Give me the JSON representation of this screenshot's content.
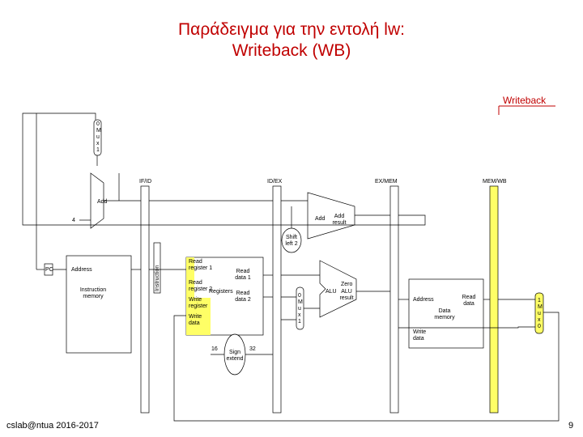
{
  "slide": {
    "title_line1": "Παράδειγμα για την εντολή lw:",
    "title_line2": "Writeback (WB)",
    "writeback_label": "Writeback",
    "footer_left": "cslab@ntua 2016-2017",
    "page_number": "9"
  },
  "diagram": {
    "pipeline_registers": [
      "IF/ID",
      "ID/EX",
      "EX/MEM",
      "MEM/WB"
    ],
    "pc_label": "PC",
    "four_label": "4",
    "add_pc_label": "Add",
    "add_branch_label": "Add",
    "add_result_label": "Add result",
    "shift_label": "Shift left 2",
    "instruction_label": "Instruction",
    "imem_address": "Address",
    "imem_name": "Instruction memory",
    "regs": {
      "read_reg1": "Read register 1",
      "read_reg2": "Read register 2",
      "write_reg": "Write register",
      "write_data": "Write data",
      "read_data1": "Read data 1",
      "read_data2": "Read data 2",
      "name": "Registers"
    },
    "sign_extend": "Sign extend",
    "sign_in_bits": "16",
    "sign_out_bits": "32",
    "alu": {
      "name": "ALU",
      "zero": "Zero",
      "result": "ALU result"
    },
    "dmem": {
      "address": "Address",
      "read_data": "Read data",
      "name": "Data memory",
      "write_data": "Write data"
    },
    "mux_top": [
      "0",
      "M",
      "u",
      "x",
      "1"
    ],
    "mux_ex": [
      "0",
      "M",
      "u",
      "x",
      "1"
    ],
    "mux_wb": [
      "1",
      "M",
      "u",
      "x",
      "0"
    ]
  },
  "colors": {
    "title": "#c00000",
    "highlight": "#ffff66",
    "mux_wb_fill": "#ffff66",
    "mem_wb_fill": "#ffff66"
  }
}
